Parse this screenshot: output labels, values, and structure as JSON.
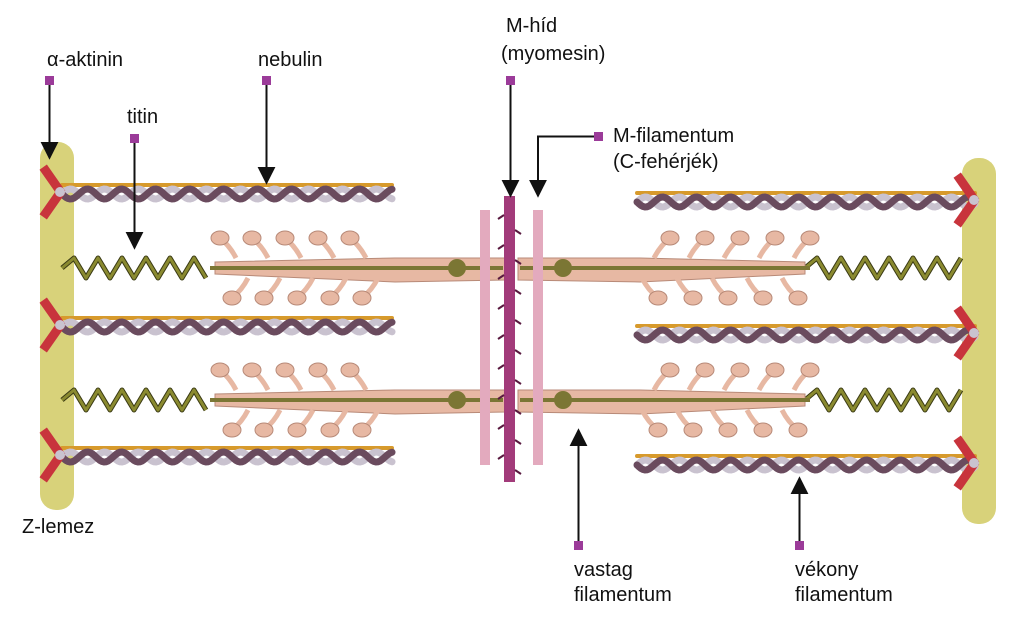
{
  "labels": {
    "alpha_actinin": "α-aktinin",
    "titin": "titin",
    "nebulin": "nebulin",
    "m_bridge_line1": "M-híd",
    "m_bridge_line2": "(myomesin)",
    "m_filament_line1": "M-filamentum",
    "m_filament_line2": "(C-fehérjék)",
    "z_disc": "Z-lemez",
    "thick_line1": "vastag",
    "thick_line2": "filamentum",
    "thin_line1": "vékony",
    "thin_line2": "filamentum"
  },
  "colors": {
    "z_disc": "#d8d27a",
    "actinin": "#c8343c",
    "thin_gold": "#d79a2c",
    "thin_twist_dark": "#6a4b5e",
    "thin_twist_light": "#c9c2cf",
    "titin": "#8a8a30",
    "thick_body": "#e7b8a3",
    "thick_core": "#7b7634",
    "m_line": "#a23b7a",
    "m_filament": "#e3aabe",
    "marker": "#9b3b99",
    "arrow": "#111111"
  }
}
